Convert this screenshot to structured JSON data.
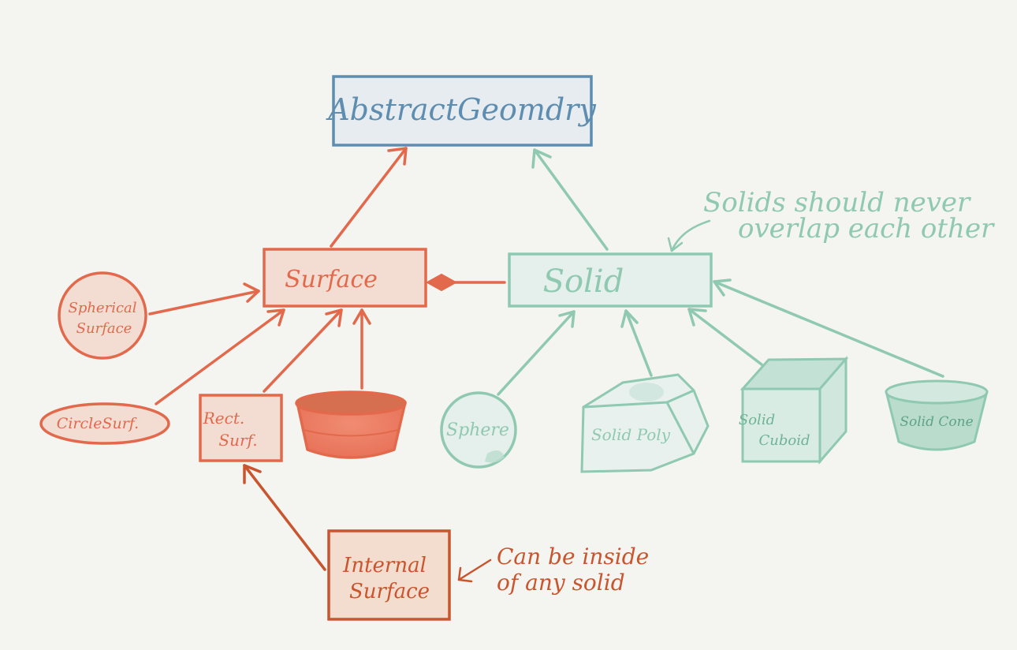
{
  "colors": {
    "background": "#f4f4f0",
    "abstract": "#5d8db0",
    "abstract_fill": "#e6ecef",
    "surface": "#e2694b",
    "surface_fill": "#f3ddd3",
    "solid": "#8fc9b2",
    "solid_fill": "#e5efeb",
    "internal": "#c9552f",
    "internal_fill": "#f2ddcf"
  },
  "nodes": {
    "abstract_geometry": "AbstractGeomdry",
    "surface": "Surface",
    "solid": "Solid",
    "spherical_surface": [
      "Spherical",
      "Surface"
    ],
    "circle_surf": "CircleSurf.",
    "rect_surf": [
      "Rect.",
      "Surf."
    ],
    "internal_surface": [
      "Internal",
      "Surface"
    ],
    "sphere": "Sphere",
    "solid_poly": "Solid Poly",
    "solid_cuboid": [
      "Solid",
      "Cuboid"
    ],
    "solid_cone": "Solid Cone"
  },
  "notes": {
    "solids": [
      "Solids should never",
      "overlap each other"
    ],
    "internal": [
      "Can be inside",
      "of any solid"
    ]
  }
}
